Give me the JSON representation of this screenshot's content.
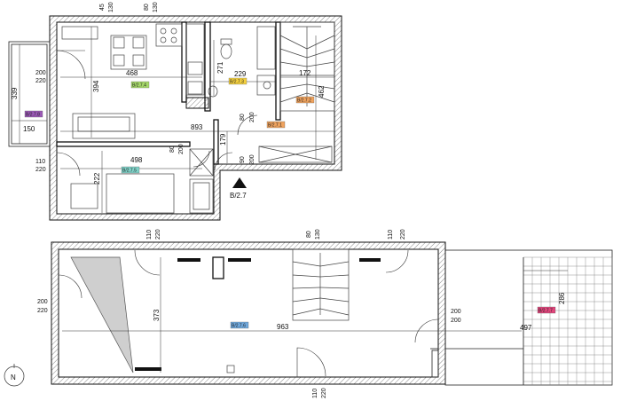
{
  "upper": {
    "room_tags": {
      "living": {
        "text": "B/2.7.4",
        "color": "#a6d96a"
      },
      "kitchen": {
        "text": "B/2.7.3",
        "color": "#f4d03f"
      },
      "hall": {
        "text": "B/2.7.2",
        "color": "#f0a35e"
      },
      "corridor": {
        "text": "B/2.7.1",
        "color": "#f0a35e"
      },
      "bedroom": {
        "text": "B/2.7.5",
        "color": "#7fd1c7"
      },
      "balcony": {
        "text": "B/2.7.8",
        "color": "#9b59b6"
      }
    },
    "dims": {
      "top_45": "45",
      "top_130a": "130",
      "top_80": "80",
      "top_130b": "130",
      "living_w": "468",
      "living_h": "394",
      "kitchen_h": "271",
      "kitchen_w": "229",
      "stair_w": "172",
      "stair_h": "462",
      "door_80": "80",
      "door_200": "200",
      "total_w": "893",
      "h179": "179",
      "door2_80": "80",
      "door2_200": "200",
      "bed_w": "498",
      "bed_h": "222",
      "door3_90": "90",
      "door3_200": "200",
      "win_200": "200",
      "win_220": "220",
      "balcony_h": "339",
      "balcony_w": "150",
      "win2_110": "110",
      "win2_220": "220"
    },
    "section_label": "B/2.7"
  },
  "lower": {
    "room_tags": {
      "main": {
        "text": "B/2.7.6",
        "color": "#6fa8dc"
      },
      "terrace": {
        "text": "B/2.7.7",
        "color": "#e0457b"
      }
    },
    "dims": {
      "w1_110": "110",
      "w1_220": "220",
      "w2_80": "80",
      "w2_130": "130",
      "w3_110": "110",
      "w3_220": "220",
      "left_200": "200",
      "left_220": "220",
      "h373": "373",
      "w963": "963",
      "d_200a": "200",
      "d_200b": "200",
      "t497": "497",
      "t286": "286",
      "b_110": "110",
      "b_220": "220"
    },
    "north": "N"
  }
}
